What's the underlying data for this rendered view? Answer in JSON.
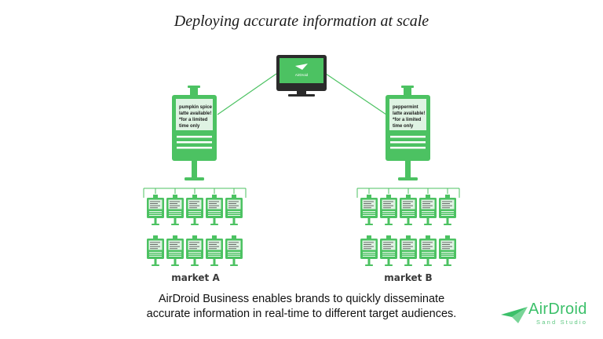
{
  "title": "Deploying accurate information at scale",
  "monitor": {
    "screen_text": "AirDroid"
  },
  "signs": [
    {
      "id": "a",
      "text": [
        "pumpkin spice",
        "latte available!",
        "*for a limited",
        "time only"
      ]
    },
    {
      "id": "b",
      "text": [
        "peppermint",
        "latte available!",
        "*for a limited",
        "time only"
      ]
    }
  ],
  "markets": [
    {
      "id": "a",
      "label": "market A"
    },
    {
      "id": "b",
      "label": "market B"
    }
  ],
  "caption": {
    "line1": "AirDroid Business enables brands to quickly disseminate",
    "line2": "accurate information in real-time to different target audiences."
  },
  "logo": {
    "name": "AirDroid",
    "subtitle": "Sand Studio"
  },
  "colors": {
    "green": "#4cc262",
    "green_dark": "#2f9a45",
    "green_pale": "#dff3e3",
    "monitor_frame": "#2b2b2b",
    "text_dark": "#1a1a1a"
  },
  "icons": {
    "monitor": "desktop-monitor-icon",
    "sign": "digital-signage-icon",
    "logo": "paper-plane-icon"
  }
}
